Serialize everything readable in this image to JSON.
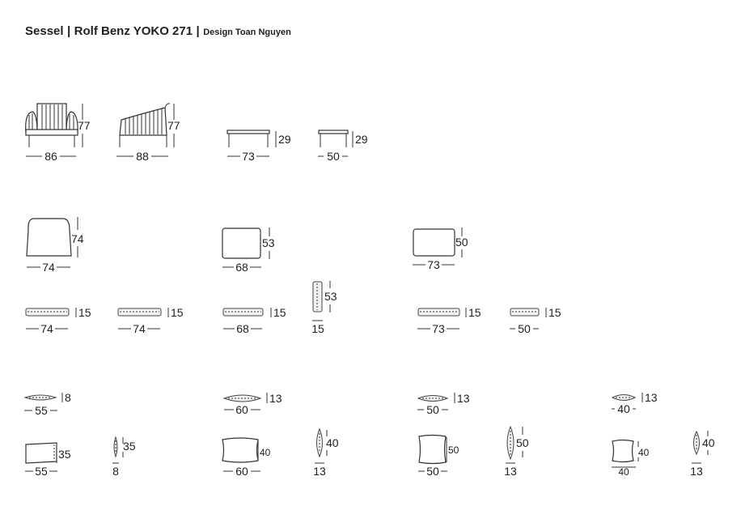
{
  "header": {
    "title": "Sessel",
    "sep1": "|",
    "model": "Rolf Benz YOKO 271",
    "sep2": "|",
    "designer": "Design Toan Nguyen"
  },
  "items": {
    "armchair_front": {
      "width": "86",
      "height": "77"
    },
    "armchair_side": {
      "depth": "88",
      "height": "77"
    },
    "table_large": {
      "width": "73",
      "height": "29"
    },
    "table_small": {
      "width": "50",
      "height": "29"
    },
    "seat_plan": {
      "width": "74",
      "depth": "74"
    },
    "ottoman_large_plan": {
      "width": "68",
      "depth": "53"
    },
    "table_top_plan": {
      "width": "73",
      "depth": "50"
    },
    "seat_cushion_1": {
      "width": "74",
      "height": "15"
    },
    "seat_cushion_2": {
      "width": "74",
      "height": "15"
    },
    "ottoman_cushion_front": {
      "width": "68",
      "height": "15"
    },
    "ottoman_cushion_side": {
      "depth": "53",
      "height": "15"
    },
    "table_cushion_large": {
      "width": "73",
      "height": "15"
    },
    "table_cushion_small": {
      "width": "50",
      "height": "15"
    },
    "pillow_55_top": {
      "width": "55",
      "height": "8"
    },
    "pillow_60_top": {
      "width": "60",
      "height": "13"
    },
    "pillow_50_top": {
      "width": "50",
      "height": "13"
    },
    "pillow_40_top": {
      "width": "40",
      "height": "13"
    },
    "pillow_55_front": {
      "width": "55",
      "height": "35"
    },
    "pillow_55_side": {
      "depth": "8",
      "height": "35"
    },
    "pillow_60_front": {
      "width": "60",
      "height": "40"
    },
    "pillow_60_side": {
      "depth": "13",
      "height": "40"
    },
    "pillow_50_front": {
      "width": "50",
      "height": "50"
    },
    "pillow_50_side": {
      "depth": "13",
      "height": "50"
    },
    "pillow_40_front": {
      "width": "40",
      "height": "40"
    },
    "pillow_40_side": {
      "depth": "13",
      "height": "40"
    }
  }
}
